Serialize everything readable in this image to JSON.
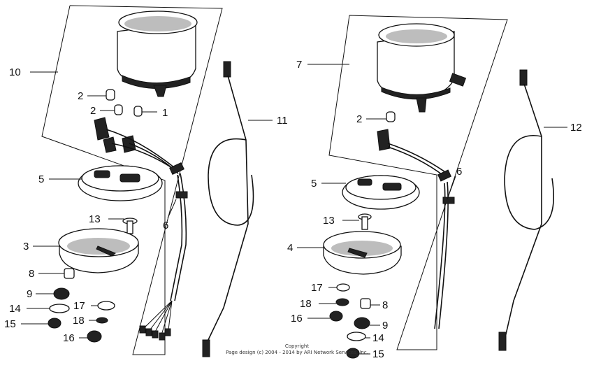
{
  "labels": {
    "p1": "1",
    "p2a": "2",
    "p2b": "2",
    "p10": "10",
    "p5a": "5",
    "p3": "3",
    "p13a": "13",
    "p6a": "6",
    "p8a": "8",
    "p9a": "9",
    "p14a": "14",
    "p15a": "15",
    "p17a": "17",
    "p18a": "18",
    "p16a": "16",
    "p11": "11",
    "p7": "7",
    "p2c": "2",
    "p5b": "5",
    "p6b": "6",
    "p13b": "13",
    "p4": "4",
    "p17b": "17",
    "p18b": "18",
    "p8b": "8",
    "p16b": "16",
    "p9b": "9",
    "p14b": "14",
    "p15b": "15",
    "p12": "12"
  },
  "copyright": {
    "line1": "Copyright",
    "line2": "Page design (c) 2004 - 2014 by ARI Network Services, Inc."
  }
}
